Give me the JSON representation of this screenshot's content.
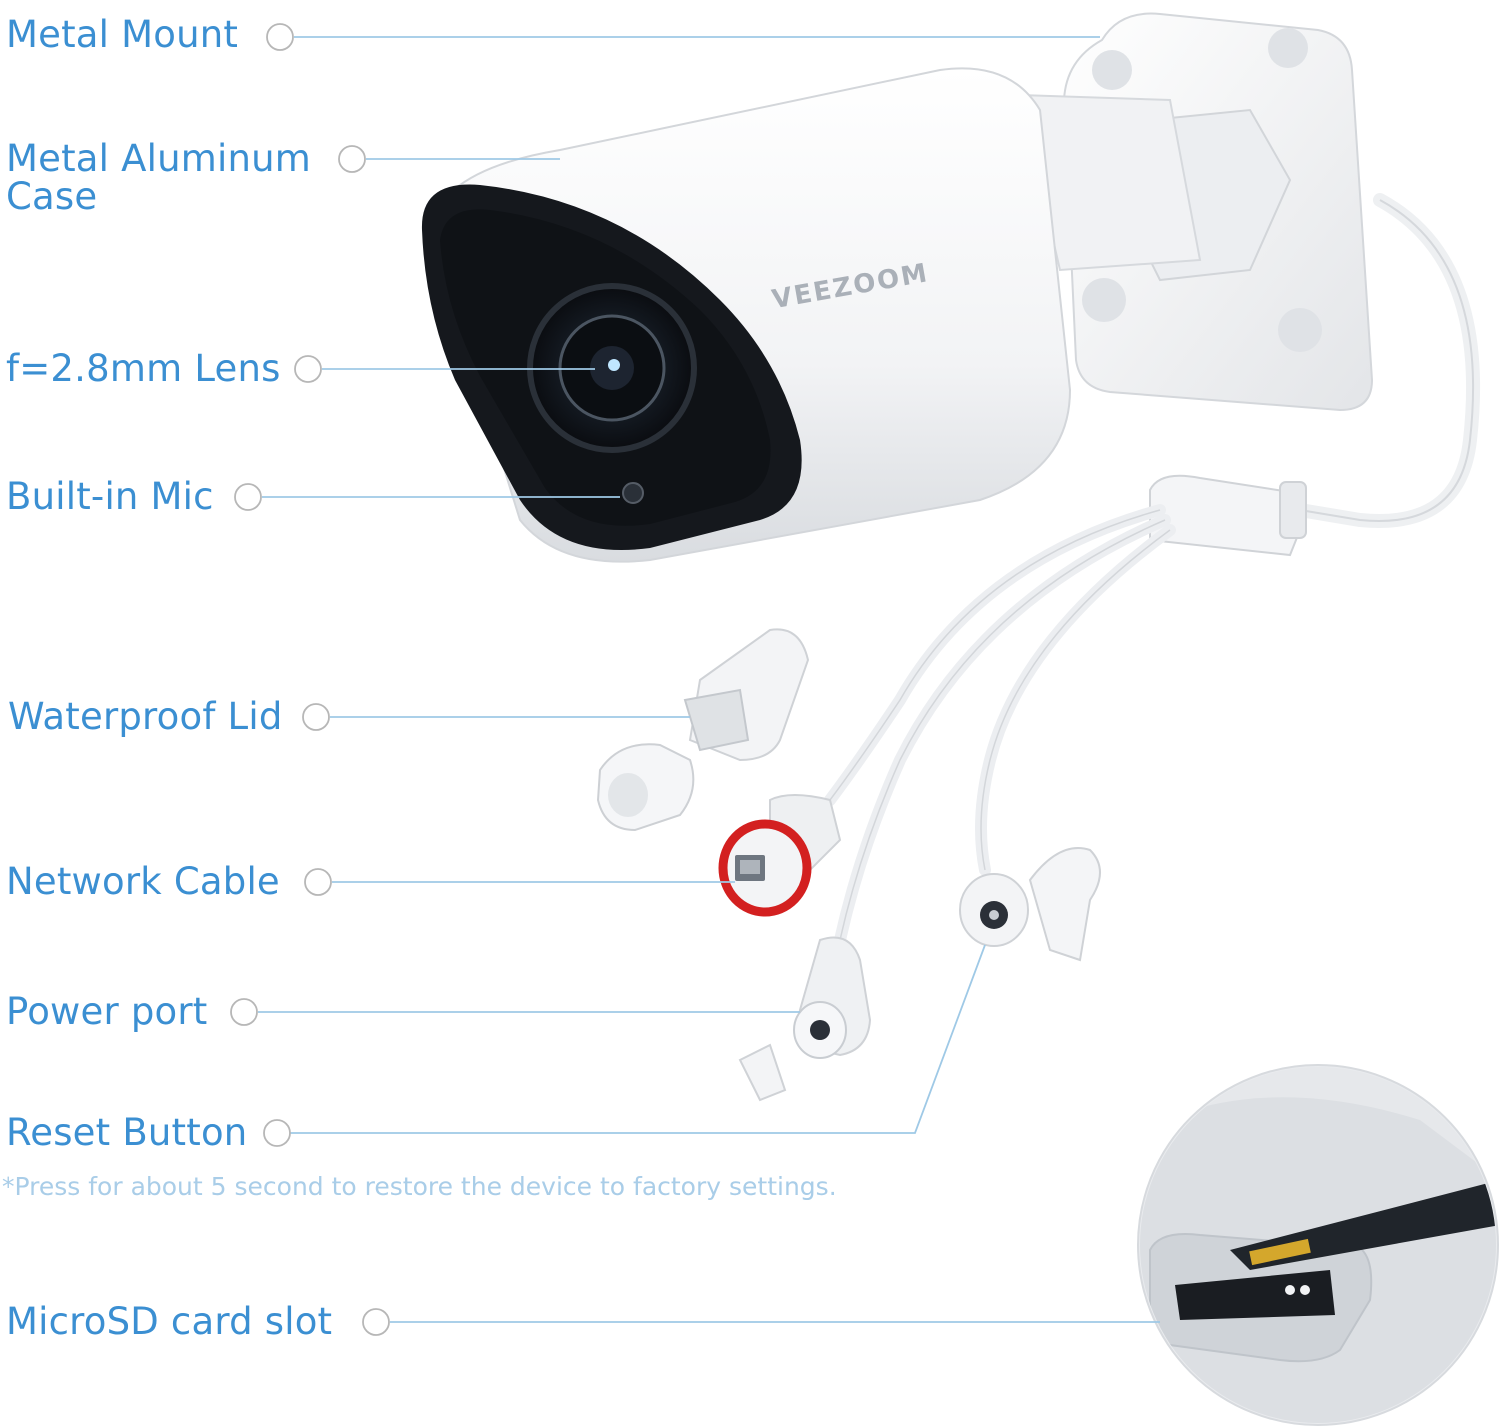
{
  "brand": "VEEZOOM",
  "colors": {
    "label": "#3b8fd2",
    "note": "#a9cde8",
    "leader": "#9fc9e6",
    "lens_black": "#15181d"
  },
  "callouts": [
    {
      "id": "metal-mount",
      "label": "Metal Mount"
    },
    {
      "id": "metal-aluminum-case",
      "label_line1": "Metal Aluminum",
      "label_line2": "Case"
    },
    {
      "id": "lens",
      "label": "f=2.8mm Lens"
    },
    {
      "id": "mic",
      "label": "Built-in Mic"
    },
    {
      "id": "waterproof-lid",
      "label": "Waterproof Lid"
    },
    {
      "id": "network-cable",
      "label": "Network Cable"
    },
    {
      "id": "power-port",
      "label": "Power port"
    },
    {
      "id": "reset-button",
      "label": "Reset Button"
    },
    {
      "id": "microsd-slot",
      "label": "MicroSD card slot"
    }
  ],
  "reset_note": "*Press for about 5 second to restore the device to factory settings."
}
